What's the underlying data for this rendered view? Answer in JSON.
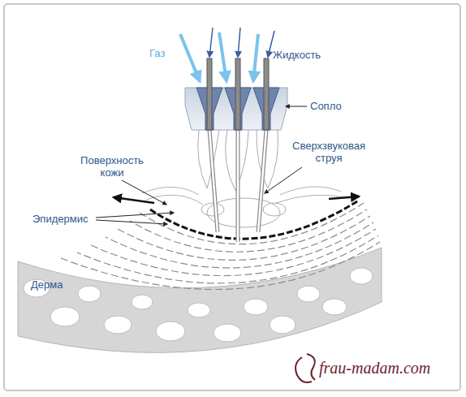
{
  "diagram": {
    "labels": [
      "Газ",
      "Жидкость",
      "Сопло",
      "Поверхность кожи",
      "Сверхзвуковая струя",
      "Эпидермис",
      "Дерма",
      "frau-madam.com"
    ]
  }
}
